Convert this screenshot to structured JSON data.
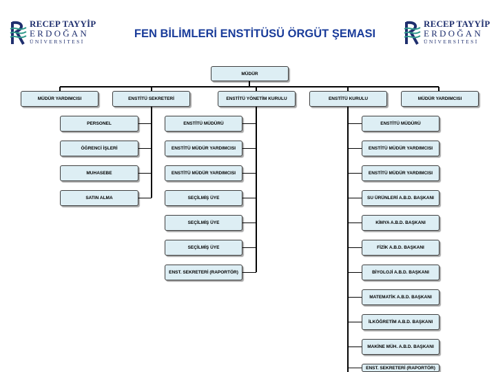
{
  "header": {
    "title": "FEN BİLİMLERİ ENSTİTÜSÜ ÖRGÜT ŞEMASI",
    "logo_line1": "RECEP TAYYİP",
    "logo_line2": "ERDOĞAN",
    "logo_line3": "ÜNİVERSİTESİ",
    "brand_color": "#1f2f6e",
    "accent_color": "#2f9a8a"
  },
  "chart": {
    "root": "MÜDÜR",
    "top_level": [
      "MÜDÜR YARDIMCISI",
      "ENSTİTÜ SEKRETERİ",
      "ENSTİTÜ YÖNETİM KURULU",
      "ENSTİTÜ KURULU",
      "MÜDÜR YARDIMCISI"
    ],
    "sekreter_units": [
      "PERSONEL",
      "ÖĞRENCİ İŞLERİ",
      "MUHASEBE",
      "SATIN ALMA"
    ],
    "yonetim_kurulu_members": [
      "ENSTİTÜ MÜDÜRÜ",
      "ENSTİTÜ MÜDÜR YARDIMCISI",
      "ENSTİTÜ MÜDÜR YARDIMCISI",
      "SEÇİLMİŞ ÜYE",
      "SEÇİLMİŞ ÜYE",
      "SEÇİLMİŞ ÜYE",
      "ENST. SEKRETERİ (RAPORTÖR)"
    ],
    "kurul_members": [
      "ENSTİTÜ MÜDÜRÜ",
      "ENSTİTÜ MÜDÜR YARDIMCISI",
      "ENSTİTÜ MÜDÜR YARDIMCISI",
      "SU ÜRÜNLERİ A.B.D. BAŞKANI",
      "KİMYA A.B.D. BAŞKANI",
      "FİZİK A.B.D. BAŞKANI",
      "BİYOLOJİ A.B.D. BAŞKANI",
      "MATEMATİK A.B.D. BAŞKANI",
      "İLKÖĞRETİM A.B.D. BAŞKANI",
      "MAKİNE MÜH. A.B.D. BAŞKANI",
      "ENST. SEKRETERİ (RAPORTÖR)"
    ],
    "box_fill": "#ddeef4",
    "title_color": "#1a3c9a"
  }
}
